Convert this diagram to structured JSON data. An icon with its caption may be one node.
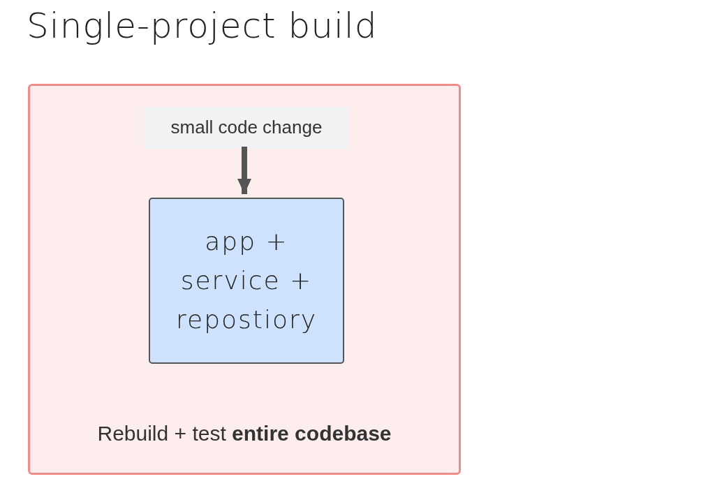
{
  "diagram": {
    "title": "Single-project build",
    "nodes": [
      {
        "text": [
          "Rebuild + test **entire codebase**"
        ]
      },
      {
        "text": [
          "small code change"
        ],
        "in": 0
      },
      {
        "text": [
          "app + service + repostiory"
        ],
        "in": 0
      }
    ],
    "edges": [
      {
        "from": 1,
        "to": 2,
        "arrow": "to"
      }
    ]
  }
}
